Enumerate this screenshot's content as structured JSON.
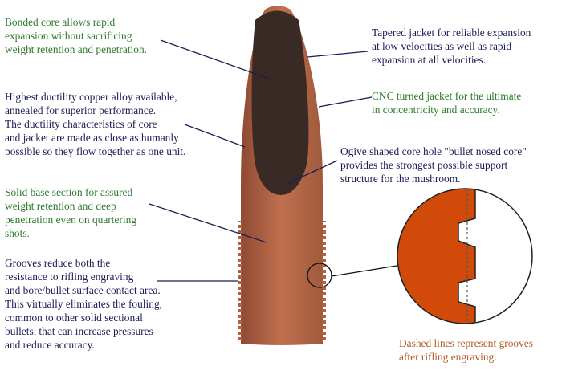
{
  "labels": {
    "bonded_core": "Bonded core allows rapid\nexpansion without sacrificing\nweight retention and penetration.",
    "ductility": "Highest ductility copper alloy available,\nannealed for superior performance.\nThe ductility characteristics of core\nand jacket are made as close as humanly\npossible so they flow together as one unit.",
    "solid_base": "Solid base section for assured\nweight retention and deep\npenetration even on quartering\nshots.",
    "grooves": "Grooves reduce both the\nresistance to rifling engraving\nand bore/bullet surface contact area.\nThis virtually eliminates the fouling,\ncommon to other solid sectional\nbullets, that can increase pressures\nand reduce accuracy.",
    "tapered_jacket": "Tapered jacket for reliable expansion\nat low velocities as well as rapid\nexpansion at all velocities.",
    "cnc_jacket": "CNC turned jacket for the ultimate\nin concentricity and accuracy.",
    "ogive_core": "Ogive shaped core hole \"bullet nosed core\"\nprovides the strongest possible support\nstructure for the mushroom.",
    "dashed_note": "Dashed lines represent grooves\nafter rifling engraving."
  },
  "colors": {
    "jacket": "#b0603f",
    "core": "#3a2a26",
    "detail_fill": "#d24a0a",
    "green": "#2e7a2a",
    "navy": "#1c1c5a",
    "orange": "#b5582a"
  }
}
